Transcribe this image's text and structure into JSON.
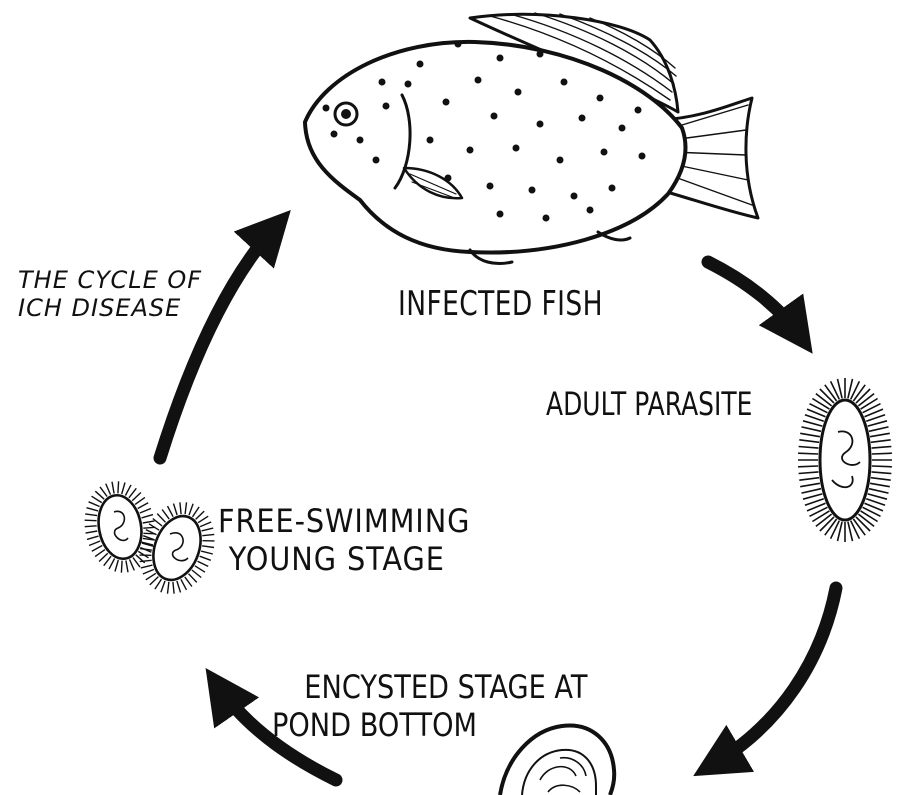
{
  "diagram": {
    "title": {
      "line1": "THE CYCLE OF",
      "line2": "ICH DISEASE"
    },
    "stages": {
      "infected_fish": "INFECTED FISH",
      "adult_parasite": "ADULT PARASITE",
      "free_swimming": {
        "line1": "FREE-SWIMMING",
        "line2": "YOUNG STAGE"
      },
      "encysted": {
        "line1": "ENCYSTED STAGE AT",
        "line2": "POND BOTTOM"
      }
    },
    "colors": {
      "ink": "#111111",
      "background": "#ffffff"
    },
    "icons": [
      "spotted-fish-illustration",
      "adult-parasite-cell",
      "free-swimming-young-cell",
      "encysted-cyst",
      "cycle-arrow"
    ]
  }
}
